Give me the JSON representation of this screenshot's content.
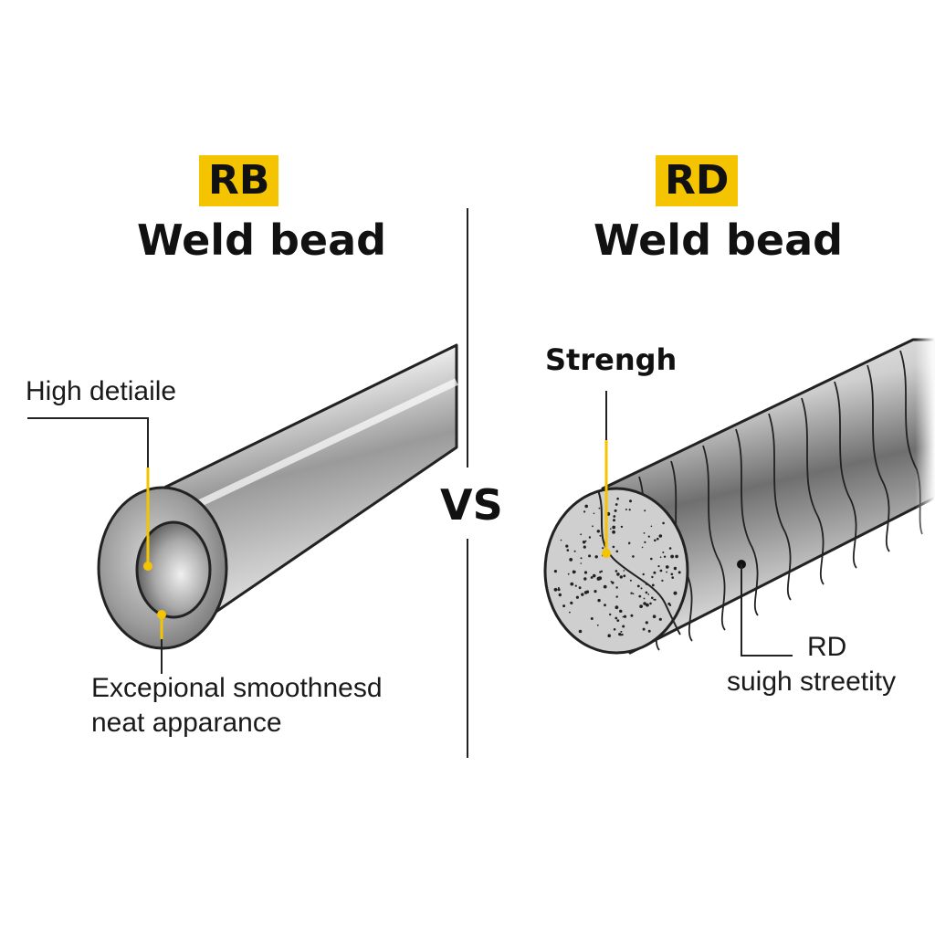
{
  "left": {
    "badge": "RB",
    "title": "Weld bead",
    "label_top": "High detiaile",
    "label_bottom_1": "Excepional smoothnesd",
    "label_bottom_2": "neat apparance"
  },
  "center": {
    "vs": "VS"
  },
  "right": {
    "badge": "RD",
    "title": "Weld bead",
    "label_top": "Strengh",
    "label_bottom_1": "RD",
    "label_bottom_2": "suigh streetity"
  },
  "colors": {
    "accent": "#f5c400",
    "ink": "#111111",
    "steel": "#8a8a8a"
  },
  "icons": {
    "left_object": "smooth-tube-icon",
    "right_object": "textured-rod-icon"
  }
}
